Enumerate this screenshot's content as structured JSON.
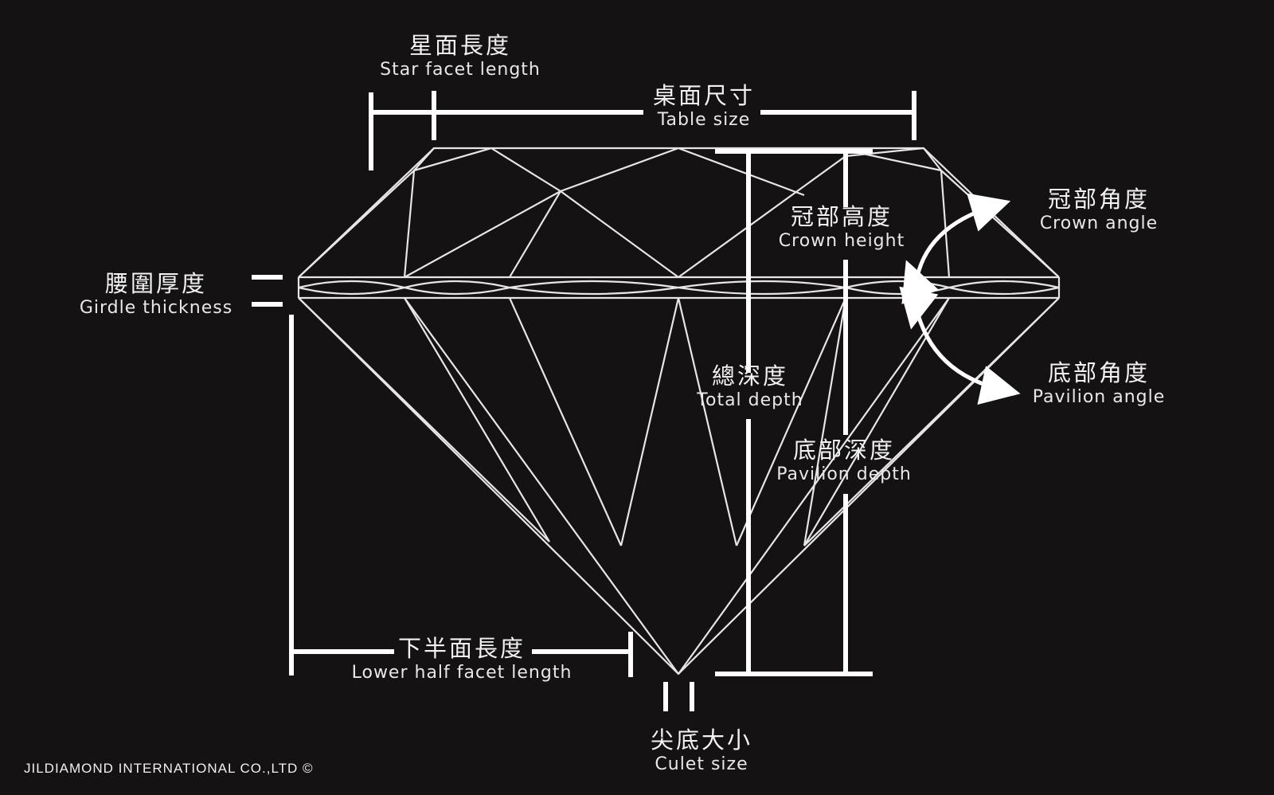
{
  "labels": {
    "star_facet": {
      "zh": "星面長度",
      "en": "Star facet length"
    },
    "table_size": {
      "zh": "桌面尺寸",
      "en": "Table size"
    },
    "crown_height": {
      "zh": "冠部高度",
      "en": "Crown height"
    },
    "crown_angle": {
      "zh": "冠部角度",
      "en": "Crown angle"
    },
    "girdle": {
      "zh": "腰圍厚度",
      "en": "Girdle thickness"
    },
    "total_depth": {
      "zh": "總深度",
      "en": "Total depth"
    },
    "pavilion_depth": {
      "zh": "底部深度",
      "en": "Pavilion depth"
    },
    "pavilion_angle": {
      "zh": "底部角度",
      "en": "Pavilion angle"
    },
    "lower_half": {
      "zh": "下半面長度",
      "en": "Lower half facet length"
    },
    "culet": {
      "zh": "尖底大小",
      "en": "Culet size"
    }
  },
  "copyright": "JILDIAMOND INTERNATIONAL CO.,LTD ©",
  "colors": {
    "background": "#141213",
    "line": "#e6e6e6",
    "marker": "#ffffff"
  }
}
